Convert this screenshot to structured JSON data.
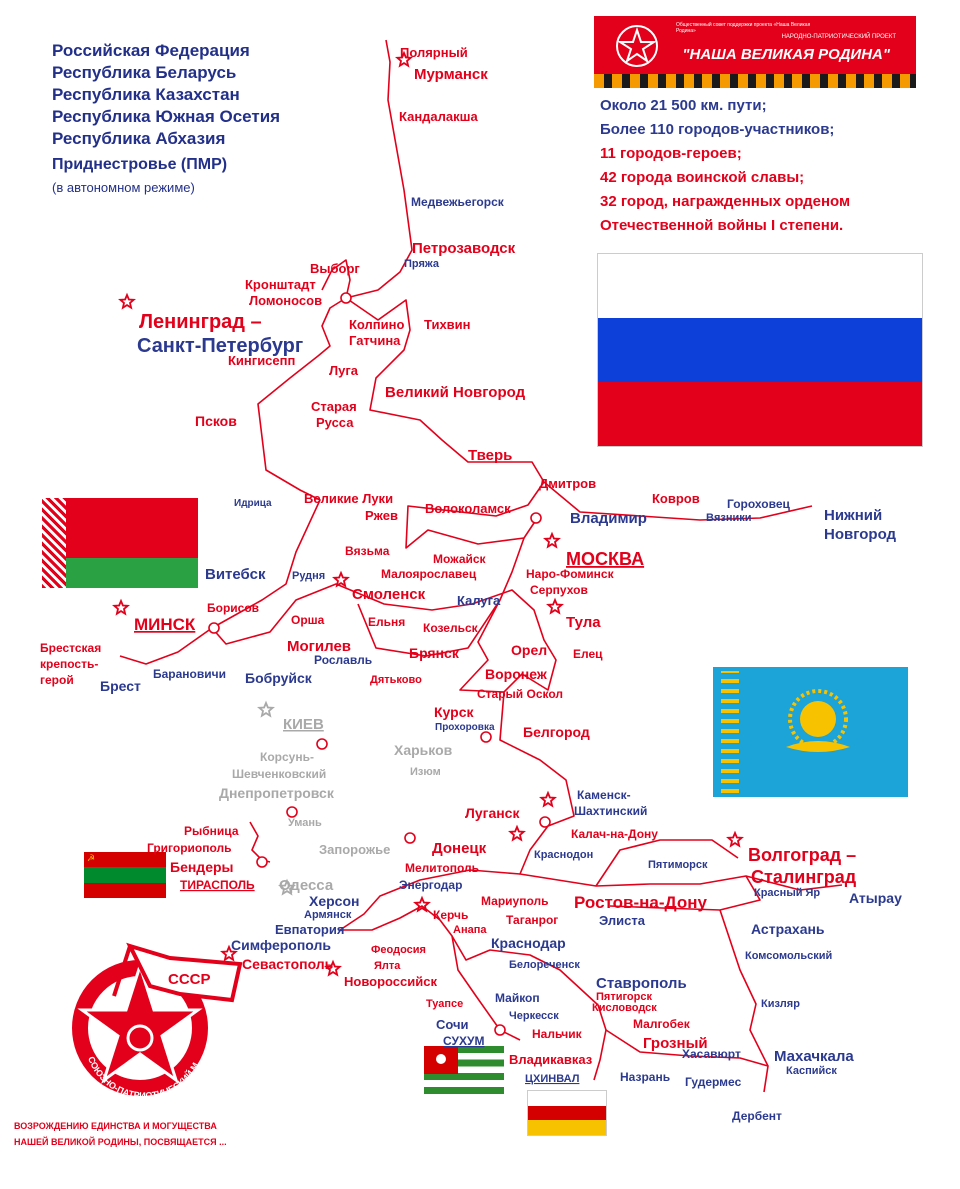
{
  "header": {
    "countries": [
      "Российская Федерация",
      "Республика Беларусь",
      "Республика Казахстан",
      "Республика Южная Осетия",
      "Республика Абхазия"
    ],
    "pmr": "Приднестровье (ПМР)",
    "pmr_note": "(в автономном режиме)"
  },
  "banner": {
    "small_text": "Общественный совет поддержки проекта «Наша Великая Родина»",
    "project_label": "НАРОДНО-ПАТРИОТИЧЕСКИЙ ПРОЕКТ",
    "title": "\"НАША ВЕЛИКАЯ РОДИНА\""
  },
  "stats": {
    "line1": "Около 21 500 км. пути;",
    "line2": "Более 110 городов-участников;",
    "line3": "11 городов-героев;",
    "line4": "42 города воинской славы;",
    "line5": "32 город, награжденных орденом",
    "line6": "Отечественной войны I степени."
  },
  "emblem": {
    "ussr": "СССР",
    "ring_text": "СОЮЗНО-ПАТРИОТИЧЕСКИЙ МАРШ"
  },
  "bottom_note": {
    "line1": "ВОЗРОЖДЕНИЮ ЕДИНСТВА И МОГУЩЕСТВА",
    "line2": "НАШЕЙ ВЕЛИКОЙ РОДИНЫ, ПОСВЯЩАЕТСЯ ..."
  },
  "colors": {
    "route": "#e3001b",
    "blue_text": "#2b3a8f",
    "inactive": "#a9a9a9"
  },
  "cities": [
    {
      "id": "polyarny",
      "label": "Полярный",
      "color": "red"
    },
    {
      "id": "murmansk",
      "label": "Мурманск",
      "color": "red",
      "hero": true
    },
    {
      "id": "kandalaksha",
      "label": "Кандалакша",
      "color": "red"
    },
    {
      "id": "medvezh",
      "label": "Медвежьегорск",
      "color": "blue"
    },
    {
      "id": "petrozavodsk",
      "label": "Петрозаводск",
      "color": "red"
    },
    {
      "id": "pryazha",
      "label": "Пряжа",
      "color": "blue"
    },
    {
      "id": "vyborg",
      "label": "Выборг",
      "color": "red"
    },
    {
      "id": "kronshtadt",
      "label": "Кронштадт",
      "color": "red"
    },
    {
      "id": "lomonosov",
      "label": "Ломоносов",
      "color": "red"
    },
    {
      "id": "leningrad",
      "label": "Ленинград –",
      "color": "red",
      "hero": true
    },
    {
      "id": "spb",
      "label": "Санкт-Петербург",
      "color": "blue"
    },
    {
      "id": "kolpino",
      "label": "Колпино",
      "color": "red"
    },
    {
      "id": "gatchina",
      "label": "Гатчина",
      "color": "red"
    },
    {
      "id": "tikhvin",
      "label": "Тихвин",
      "color": "red"
    },
    {
      "id": "kingisepp",
      "label": "Кингисепп",
      "color": "red"
    },
    {
      "id": "luga",
      "label": "Луга",
      "color": "red"
    },
    {
      "id": "vnovgorod",
      "label": "Великий Новгород",
      "color": "red"
    },
    {
      "id": "srussa1",
      "label": "Старая",
      "color": "red"
    },
    {
      "id": "srussa2",
      "label": "Русса",
      "color": "red"
    },
    {
      "id": "pskov",
      "label": "Псков",
      "color": "red"
    },
    {
      "id": "tver",
      "label": "Тверь",
      "color": "red"
    },
    {
      "id": "dmitrov",
      "label": "Дмитров",
      "color": "red"
    },
    {
      "id": "idritsa",
      "label": "Идрица",
      "color": "blue"
    },
    {
      "id": "vluki",
      "label": "Великие Луки",
      "color": "red"
    },
    {
      "id": "rzhev",
      "label": "Ржев",
      "color": "red"
    },
    {
      "id": "volokolamsk",
      "label": "Волоколамск",
      "color": "red"
    },
    {
      "id": "vladimir",
      "label": "Владимир",
      "color": "blue"
    },
    {
      "id": "kovrov",
      "label": "Ковров",
      "color": "red"
    },
    {
      "id": "vyazniki",
      "label": "Вязники",
      "color": "blue"
    },
    {
      "id": "gorokhovets",
      "label": "Гороховец",
      "color": "blue"
    },
    {
      "id": "nnovgorod1",
      "label": "Нижний",
      "color": "blue"
    },
    {
      "id": "nnovgorod2",
      "label": "Новгород",
      "color": "blue"
    },
    {
      "id": "vyazma",
      "label": "Вязьма",
      "color": "red"
    },
    {
      "id": "mozhaysk",
      "label": "Можайск",
      "color": "red"
    },
    {
      "id": "maloyar",
      "label": "Малоярославец",
      "color": "red"
    },
    {
      "id": "moscow",
      "label": "МОСКВА",
      "color": "red",
      "hero": true
    },
    {
      "id": "narofom",
      "label": "Наро-Фоминск",
      "color": "red"
    },
    {
      "id": "serpukhov",
      "label": "Серпухов",
      "color": "red"
    },
    {
      "id": "vitebsk",
      "label": "Витебск",
      "color": "blue"
    },
    {
      "id": "rudnya",
      "label": "Рудня",
      "color": "blue"
    },
    {
      "id": "smolensk",
      "label": "Смоленск",
      "color": "red",
      "hero": true
    },
    {
      "id": "kaluga",
      "label": "Калуга",
      "color": "blue"
    },
    {
      "id": "tula",
      "label": "Тула",
      "color": "red",
      "hero": true
    },
    {
      "id": "minsk",
      "label": "МИНСК",
      "color": "red",
      "hero": true
    },
    {
      "id": "borisov",
      "label": "Борисов",
      "color": "red"
    },
    {
      "id": "orsha",
      "label": "Орша",
      "color": "red"
    },
    {
      "id": "yelnya",
      "label": "Ельня",
      "color": "red"
    },
    {
      "id": "kozelsk",
      "label": "Козельск",
      "color": "red"
    },
    {
      "id": "mogilev",
      "label": "Могилев",
      "color": "red"
    },
    {
      "id": "roslavl",
      "label": "Рославль",
      "color": "blue"
    },
    {
      "id": "bryansk",
      "label": "Брянск",
      "color": "red"
    },
    {
      "id": "orel",
      "label": "Орел",
      "color": "red"
    },
    {
      "id": "yelets",
      "label": "Елец",
      "color": "red"
    },
    {
      "id": "brest_fort1",
      "label": "Брестская",
      "color": "red"
    },
    {
      "id": "brest_fort2",
      "label": "крепость-",
      "color": "red"
    },
    {
      "id": "brest_fort3",
      "label": "герой",
      "color": "red"
    },
    {
      "id": "brest",
      "label": "Брест",
      "color": "blue"
    },
    {
      "id": "baranovichi",
      "label": "Барановичи",
      "color": "blue"
    },
    {
      "id": "bobruysk",
      "label": "Бобруйск",
      "color": "blue"
    },
    {
      "id": "dyatkovo",
      "label": "Дятьково",
      "color": "red"
    },
    {
      "id": "voronezh",
      "label": "Воронеж",
      "color": "red"
    },
    {
      "id": "soskol",
      "label": "Старый Оскол",
      "color": "red"
    },
    {
      "id": "kursk",
      "label": "Курск",
      "color": "red"
    },
    {
      "id": "prokhorovka",
      "label": "Прохоровка",
      "color": "blue"
    },
    {
      "id": "belgorod",
      "label": "Белгород",
      "color": "red"
    },
    {
      "id": "kiev",
      "label": "КИЕВ",
      "color": "grey",
      "hero": true
    },
    {
      "id": "korsun1",
      "label": "Корсунь-",
      "color": "grey"
    },
    {
      "id": "korsun2",
      "label": "Шевченковский",
      "color": "grey"
    },
    {
      "id": "kharkov",
      "label": "Харьков",
      "color": "grey"
    },
    {
      "id": "izyum",
      "label": "Изюм",
      "color": "grey"
    },
    {
      "id": "dnepr",
      "label": "Днепропетровск",
      "color": "grey"
    },
    {
      "id": "uman",
      "label": "Умань",
      "color": "grey"
    },
    {
      "id": "kamensk1",
      "label": "Каменск-",
      "color": "blue"
    },
    {
      "id": "kamensk2",
      "label": "Шахтинский",
      "color": "blue"
    },
    {
      "id": "lugansk",
      "label": "Луганск",
      "color": "red",
      "hero": true
    },
    {
      "id": "kalach",
      "label": "Калач-на-Дону",
      "color": "red"
    },
    {
      "id": "rybnitsa",
      "label": "Рыбница",
      "color": "red"
    },
    {
      "id": "grigoriopol",
      "label": "Григориополь",
      "color": "red"
    },
    {
      "id": "bendery",
      "label": "Бендеры",
      "color": "red"
    },
    {
      "id": "tiraspol",
      "label": "ТИРАСПОЛЬ",
      "color": "red"
    },
    {
      "id": "zaporozhye",
      "label": "Запорожье",
      "color": "grey"
    },
    {
      "id": "donetsk",
      "label": "Донецк",
      "color": "red",
      "hero": true
    },
    {
      "id": "krasnodon",
      "label": "Краснодон",
      "color": "blue"
    },
    {
      "id": "volgograd1",
      "label": "Волгоград –",
      "color": "red",
      "hero": true
    },
    {
      "id": "volgograd2",
      "label": "Сталинград",
      "color": "red"
    },
    {
      "id": "pyatimorsk",
      "label": "Пятиморск",
      "color": "blue"
    },
    {
      "id": "odessa",
      "label": "Одесса",
      "color": "grey",
      "hero": true
    },
    {
      "id": "melitopol",
      "label": "Мелитополь",
      "color": "red"
    },
    {
      "id": "energodar",
      "label": "Энергодар",
      "color": "blue"
    },
    {
      "id": "kherson",
      "label": "Херсон",
      "color": "blue"
    },
    {
      "id": "armyansk",
      "label": "Армянск",
      "color": "blue"
    },
    {
      "id": "mariupol",
      "label": "Мариуполь",
      "color": "red"
    },
    {
      "id": "rostov",
      "label": "Ростов-на-Дону",
      "color": "red"
    },
    {
      "id": "taganrog",
      "label": "Таганрог",
      "color": "red"
    },
    {
      "id": "elista",
      "label": "Элиста",
      "color": "blue"
    },
    {
      "id": "krasny_yar",
      "label": "Красный Яр",
      "color": "blue"
    },
    {
      "id": "atyrau",
      "label": "Атырау",
      "color": "blue"
    },
    {
      "id": "astrakhan",
      "label": "Астрахань",
      "color": "blue"
    },
    {
      "id": "evpatoria",
      "label": "Евпатория",
      "color": "blue"
    },
    {
      "id": "kerch",
      "label": "Керчь",
      "color": "red",
      "hero": true
    },
    {
      "id": "anapa",
      "label": "Анапа",
      "color": "red"
    },
    {
      "id": "simferopol",
      "label": "Симферополь",
      "color": "blue"
    },
    {
      "id": "sevastopol",
      "label": "Севастополь",
      "color": "red",
      "hero": true
    },
    {
      "id": "feodosia",
      "label": "Феодосия",
      "color": "red"
    },
    {
      "id": "yalta",
      "label": "Ялта",
      "color": "red"
    },
    {
      "id": "krasnodar",
      "label": "Краснодар",
      "color": "blue"
    },
    {
      "id": "belorechensk",
      "label": "Белореченск",
      "color": "blue"
    },
    {
      "id": "komsomolsky",
      "label": "Комсомольский",
      "color": "blue"
    },
    {
      "id": "novoross",
      "label": "Новороссийск",
      "color": "red",
      "hero": true
    },
    {
      "id": "stavropol",
      "label": "Ставрополь",
      "color": "blue"
    },
    {
      "id": "pyatigorsk",
      "label": "Пятигорск",
      "color": "red"
    },
    {
      "id": "kislovodsk",
      "label": "Кисловодск",
      "color": "red"
    },
    {
      "id": "maykop",
      "label": "Майкоп",
      "color": "blue"
    },
    {
      "id": "cherkessk",
      "label": "Черкесск",
      "color": "blue"
    },
    {
      "id": "tuapse",
      "label": "Туапсе",
      "color": "red"
    },
    {
      "id": "kizlyar",
      "label": "Кизляр",
      "color": "blue"
    },
    {
      "id": "sochi",
      "label": "Сочи",
      "color": "blue"
    },
    {
      "id": "nalchik",
      "label": "Нальчик",
      "color": "red"
    },
    {
      "id": "malgobek",
      "label": "Малгобек",
      "color": "red"
    },
    {
      "id": "grozny",
      "label": "Грозный",
      "color": "red"
    },
    {
      "id": "makhachkala",
      "label": "Махачкала",
      "color": "blue"
    },
    {
      "id": "sukhum",
      "label": "СУХУМ",
      "color": "blue"
    },
    {
      "id": "khasavyurt",
      "label": "Хасавюрт",
      "color": "blue"
    },
    {
      "id": "kaspiysk",
      "label": "Каспийск",
      "color": "blue"
    },
    {
      "id": "vladikavkaz",
      "label": "Владикавказ",
      "color": "red"
    },
    {
      "id": "nazran",
      "label": "Назрань",
      "color": "blue"
    },
    {
      "id": "gudermes",
      "label": "Гудермес",
      "color": "blue"
    },
    {
      "id": "tskhinval",
      "label": "ЦХИНВАЛ",
      "color": "blue"
    },
    {
      "id": "derbent",
      "label": "Дербент",
      "color": "blue"
    }
  ]
}
